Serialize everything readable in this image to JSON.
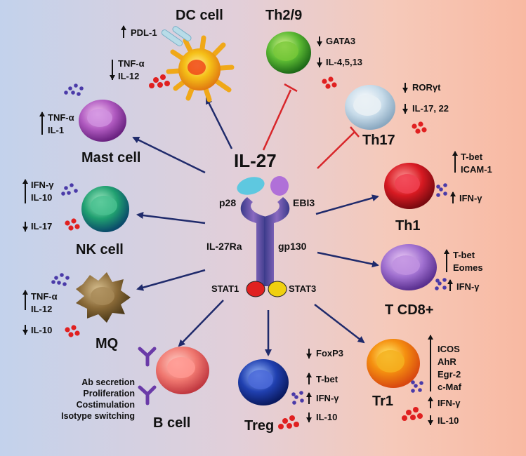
{
  "center": {
    "cytokine": "IL-27",
    "subunit_left": "p28",
    "subunit_right": "EBI3",
    "receptor_left": "IL-27Ra",
    "receptor_right": "gp130",
    "stat_left": "STAT1",
    "stat_right": "STAT3"
  },
  "cells": {
    "dc": {
      "name": "DC cell",
      "up": [
        "PDL-1"
      ],
      "down": [
        "TNF-α",
        "IL-12"
      ]
    },
    "th29": {
      "name": "Th2/9",
      "down": [
        "GATA3",
        "IL-4,5,13"
      ]
    },
    "th17": {
      "name": "Th17",
      "down": [
        "RORγt",
        "IL-17, 22"
      ]
    },
    "mast": {
      "name": "Mast cell",
      "up": [
        "TNF-α",
        "IL-1"
      ]
    },
    "th1": {
      "name": "Th1",
      "up": [
        "T-bet",
        "ICAM-1"
      ],
      "cytokine_up": "IFN-γ"
    },
    "nk": {
      "name": "NK cell",
      "up": [
        "IFN-γ",
        "IL-10"
      ],
      "down": [
        "IL-17"
      ]
    },
    "cd8": {
      "name": "T CD8+",
      "up": [
        "T-bet",
        "Eomes"
      ],
      "cytokine_up": "IFN-γ"
    },
    "mq": {
      "name": "MQ",
      "up": [
        "TNF-α",
        "IL-12"
      ],
      "down": [
        "IL-10"
      ]
    },
    "bcell": {
      "name": "B cell",
      "effects": [
        "Ab secretion",
        "Proliferation",
        "Costimulation",
        "Isotype switching"
      ]
    },
    "treg": {
      "name": "Treg",
      "down": [
        "FoxP3"
      ],
      "up": [
        "T-bet",
        "IFN-γ"
      ],
      "down2": [
        "IL-10"
      ]
    },
    "tr1": {
      "name": "Tr1",
      "up": [
        "ICOS",
        "AhR",
        "Egr-2",
        "c-Maf"
      ],
      "cytokine_up": "IFN-γ",
      "cytokine_down": "IL-10"
    }
  },
  "colors": {
    "activation_arrow": "#1f2a6b",
    "inhibition_arrow": "#d8262a",
    "stat1": "#e02020",
    "stat3": "#f0d010",
    "receptor": "#6a4a9e"
  }
}
